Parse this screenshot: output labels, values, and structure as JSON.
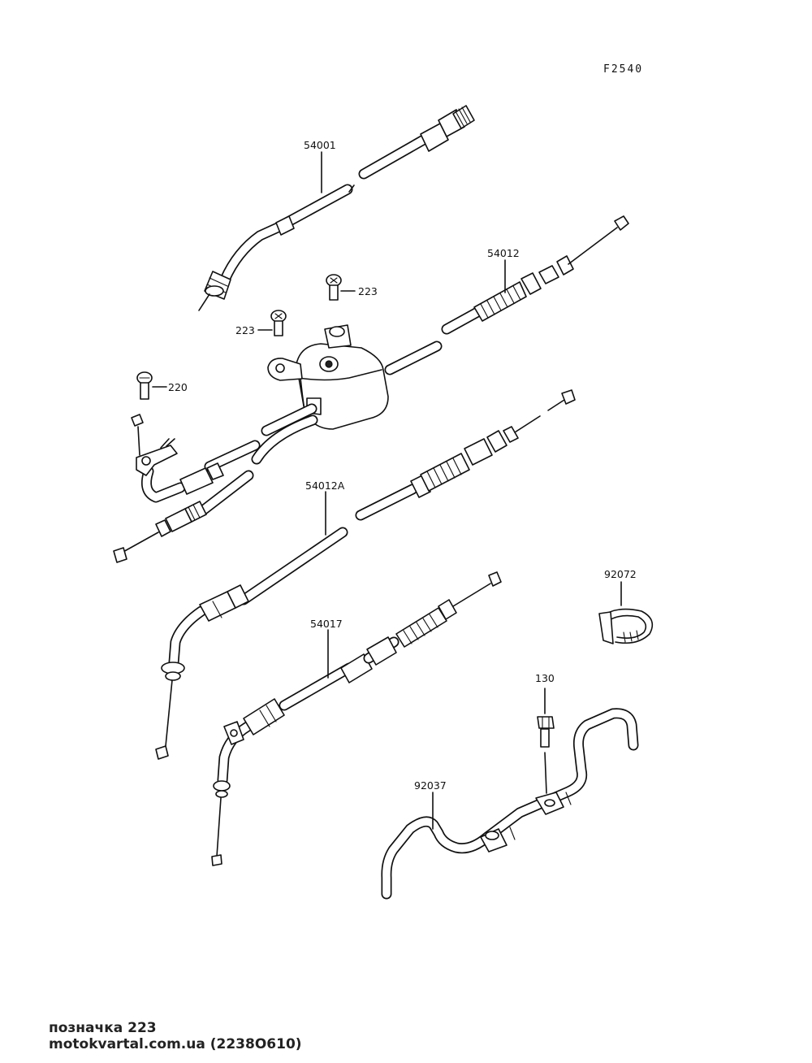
{
  "diagram": {
    "figure_code": "F2540",
    "labels": {
      "p54001": "54001",
      "p54012": "54012",
      "p223a": "223",
      "p223b": "223",
      "p220": "220",
      "p54012a": "54012A",
      "p92072": "92072",
      "p54017": "54017",
      "p130": "130",
      "p92037": "92037"
    }
  },
  "footer": {
    "line1": "позначка 223",
    "line2": "motokvartal.com.ua (2238О610)"
  }
}
